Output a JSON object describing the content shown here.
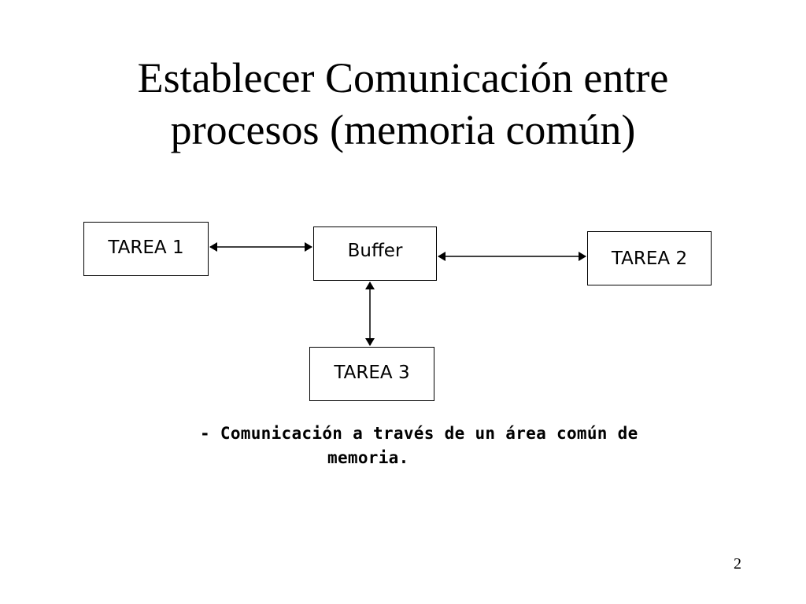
{
  "slide": {
    "title_line1": "Establecer Comunicación entre",
    "title_line2": "procesos (memoria común)",
    "page_number": "2"
  },
  "diagram": {
    "nodes": {
      "tarea1": "TAREA 1",
      "buffer": "Buffer",
      "tarea2": "TAREA 2",
      "tarea3": "TAREA 3"
    },
    "edges": [
      {
        "from": "TAREA 1",
        "to": "Buffer",
        "direction": "bidirectional"
      },
      {
        "from": "Buffer",
        "to": "TAREA 2",
        "direction": "bidirectional"
      },
      {
        "from": "Buffer",
        "to": "TAREA 3",
        "direction": "bidirectional"
      }
    ]
  },
  "caption": {
    "line1": "- Comunicación a través de un área común de",
    "line2": "memoria."
  }
}
